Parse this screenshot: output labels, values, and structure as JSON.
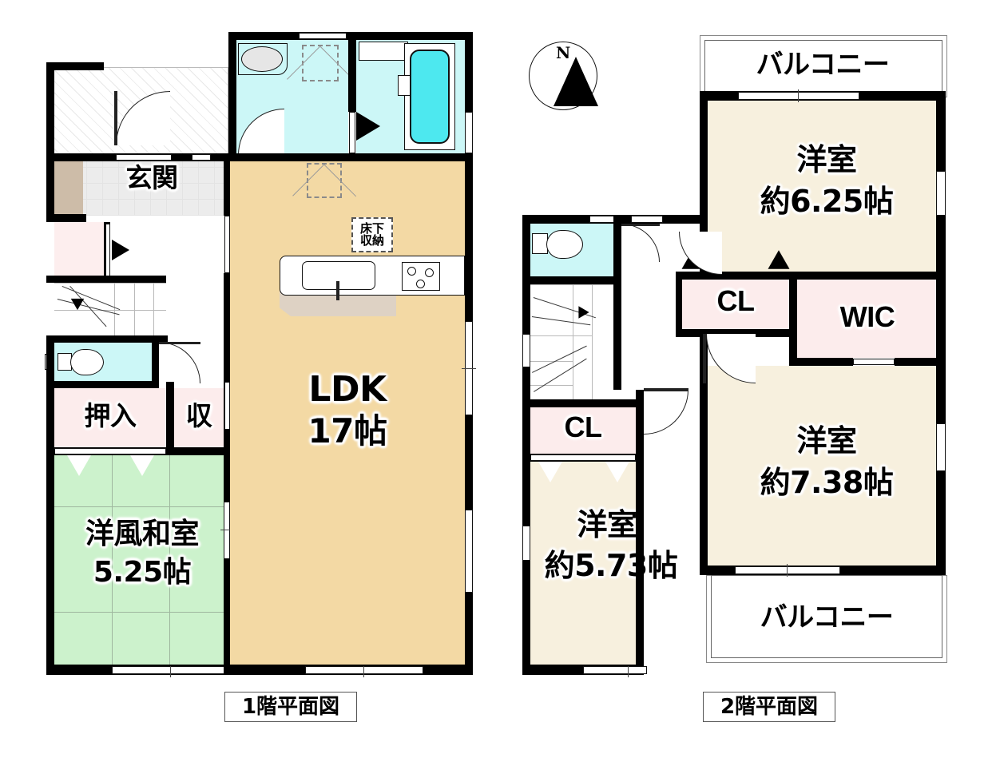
{
  "page": {
    "title": "間取り図",
    "compass": {
      "label": "N",
      "name": "north-compass"
    }
  },
  "floor1": {
    "caption": "1階平面図",
    "rooms": [
      {
        "key": "ldk",
        "name": "LDK",
        "area": "17帖"
      },
      {
        "key": "washitsu",
        "name": "洋風和室",
        "area": "5.25帖"
      },
      {
        "key": "genkan",
        "name": "玄関",
        "area": ""
      },
      {
        "key": "oshiire",
        "name": "押入",
        "area": ""
      },
      {
        "key": "shu",
        "name": "収",
        "area": ""
      }
    ],
    "notes": [
      {
        "key": "yukashita",
        "line1": "床下",
        "line2": "収納"
      }
    ]
  },
  "floor2": {
    "caption": "2階平面図",
    "rooms": [
      {
        "key": "yoshitsu_625",
        "name": "洋室",
        "area": "約6.25帖"
      },
      {
        "key": "yoshitsu_738",
        "name": "洋室",
        "area": "約7.38帖"
      },
      {
        "key": "yoshitsu_573",
        "name": "洋室",
        "area": "約5.73帖"
      }
    ],
    "closets": [
      {
        "key": "cl_top",
        "label": "CL"
      },
      {
        "key": "wic",
        "label": "WIC"
      },
      {
        "key": "cl_left",
        "label": "CL"
      }
    ],
    "balconies": [
      {
        "key": "balcony_top",
        "label": "バルコニー"
      },
      {
        "key": "balcony_bottom",
        "label": "バルコニー"
      }
    ]
  },
  "colors": {
    "ldk": "#f3d9a4",
    "tatami": "#ccf2cc",
    "water": "#ccf7f7",
    "tub": "#4de8ef",
    "closet": "#fcecec",
    "western": "#f7f0de",
    "wall": "#000000",
    "entry": "#ececec"
  }
}
